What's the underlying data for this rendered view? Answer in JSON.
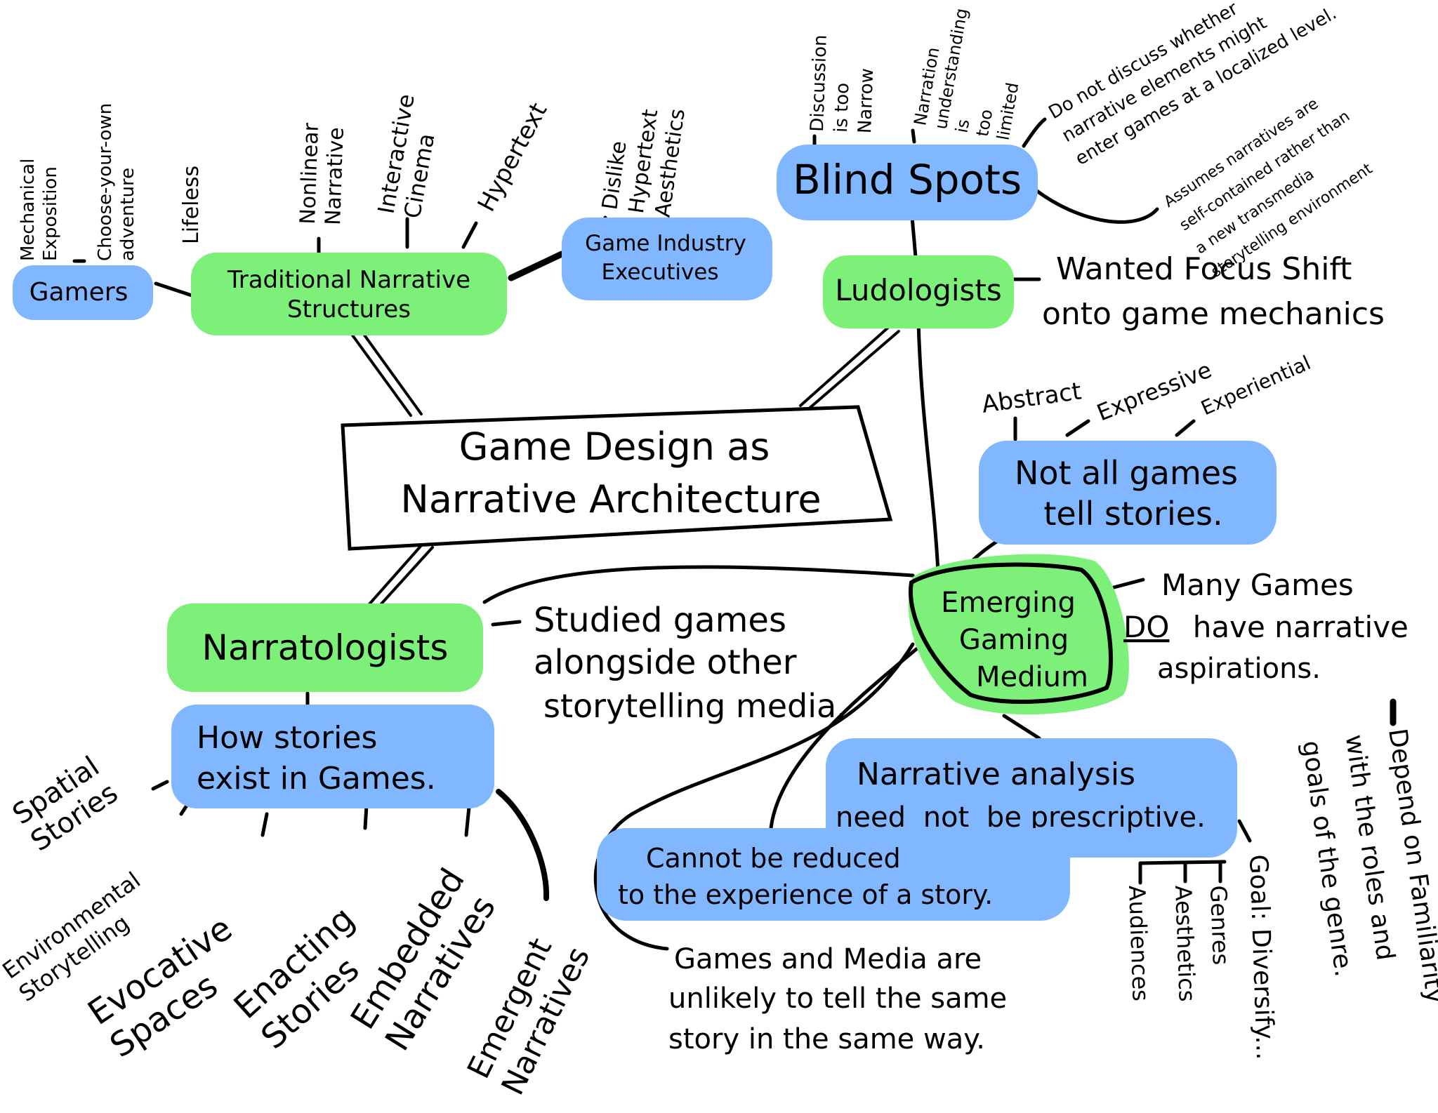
{
  "colors": {
    "green": "#7df07a",
    "blue": "#80b7ff",
    "ink": "#000000",
    "background": "#ffffff"
  },
  "center": {
    "line1": "Game Design as",
    "line2": "Narrative Architecture"
  },
  "gamers": {
    "label": "Gamers",
    "notes": [
      "Mechanical Exposition",
      "Choose-your-own adventure",
      "Lifeless"
    ]
  },
  "traditional": {
    "line1": "Traditional Narrative",
    "line2": "Structures",
    "notes": [
      "Nonlinear Narrative",
      "Interactive Cinema",
      "Hypertext"
    ]
  },
  "executives": {
    "line1": "Game Industry",
    "line2": "Executives",
    "notes": [
      "Dislike Hypertext Aesthetics"
    ]
  },
  "blind_spots": {
    "label": "Blind Spots",
    "notes": [
      "Discussion is too Narrow",
      "Narration understanding is too limited",
      "Do not discuss whether narrative elements might enter games at a localized level.",
      "Assumes narratives are self-contained rather than a new transmedia storytelling environment"
    ]
  },
  "ludologists": {
    "label": "Ludologists",
    "note_line1": "Wanted Focus Shift",
    "note_line2": "onto game mechanics"
  },
  "not_all": {
    "line1": "Not all games",
    "line2": "tell stories.",
    "notes": [
      "Abstract",
      "Expressive",
      "Experiential"
    ]
  },
  "emerging": {
    "line1": "Emerging",
    "line2": "Gaming",
    "line3": "Medium",
    "note_line1": "Many Games",
    "note_do": "DO",
    "note_line2": "have narrative",
    "note_line3": "aspirations."
  },
  "narratologists": {
    "label": "Narratologists",
    "note_line1": "Studied games",
    "note_line2": "alongside other",
    "note_line3": "storytelling media."
  },
  "how_stories": {
    "line1": "How stories",
    "line2": "exist in Games.",
    "notes": [
      "Spatial Stories",
      "Environmental Storytelling",
      "Evocative Spaces",
      "Enacting Stories",
      "Embedded Narratives",
      "Emergent Narratives"
    ]
  },
  "analysis": {
    "line1": "Narrative analysis",
    "line2_pre": "need",
    "line2_not": "not",
    "line2_post": "be prescriptive.",
    "goal": "Goal: Diversify...",
    "goal_items": [
      "Genres",
      "Aesthetics",
      "Audiences"
    ],
    "familiarity": "Depend on Familiarity with the roles and goals of the genre."
  },
  "cannot": {
    "line1": "Cannot be reduced",
    "line2": "to the experience of a story.",
    "note_line1": "Games and Media are",
    "note_line2": "unlikely to tell the same",
    "note_line3": "story in the same way."
  }
}
